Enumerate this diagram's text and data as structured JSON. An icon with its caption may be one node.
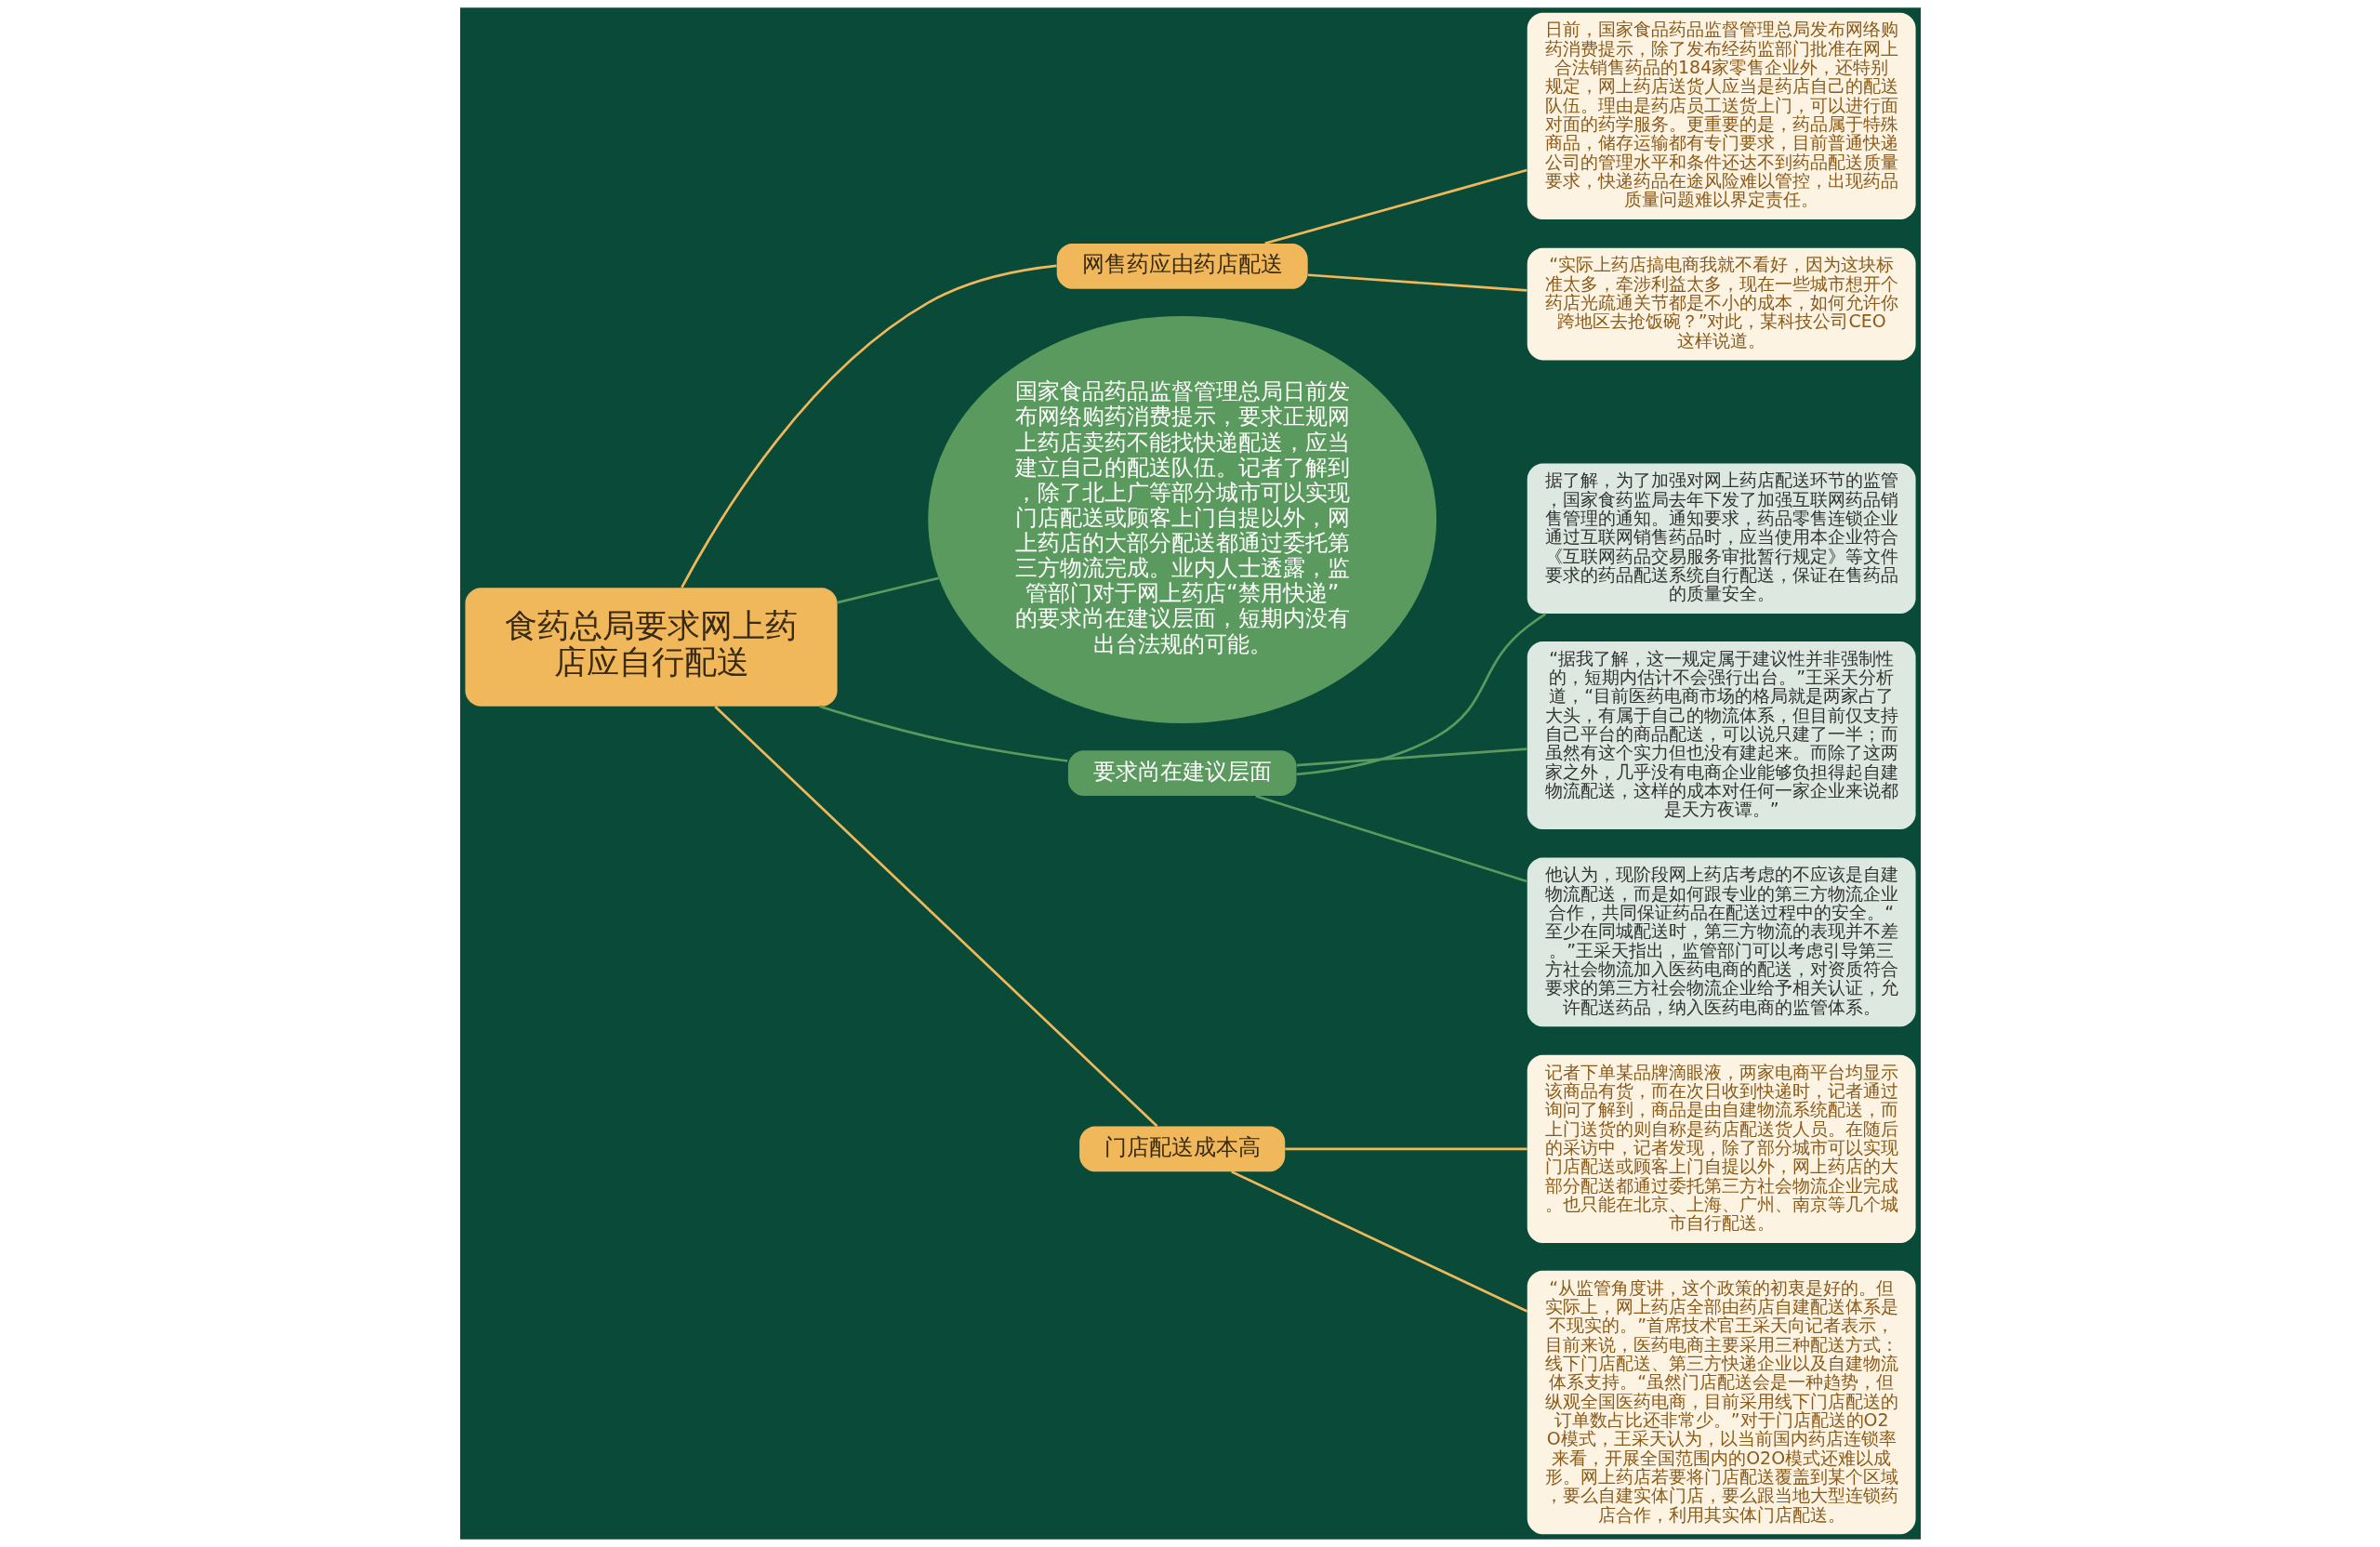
{
  "diagram": {
    "nodes": [
      {
        "text": [
          "食药总局要求网上药店应自行配送"
        ]
      },
      {
        "text": [
          "网售药应由药店配送"
        ]
      },
      {
        "text": [
          "日前，国家食品药品监督管理总局发布网络购药消费提示，除了发布经药监部门批准在网上合法销售药品的184家零售企业外，还特别规定，网上药店送货人应当是药店自己的配送队伍。理由是药店员工送货上门，可以进行面对面的药学服务。更重要的是，药品属于特殊商品，储存运输都有专门要求，目前普通快递公司的管理水平和条件还达不到药品配送质量要求，快递药品在途风险难以管控，出现药品质量问题难以界定责任。"
        ]
      },
      {
        "text": [
          "“实际上药店搞电商我就不看好，因为这块标准太多，牵涉利益太多，现在一些城市想开个药店光疏通关节都是不小的成本，如何允许你跨地区去抢饭碗？”对此，某科技公司CEO这样说道。"
        ]
      },
      {
        "text": [
          "国家食品药品监督管理总局日前发布网络购药消费提示，要求正规网上药店卖药不能找快递配送，应当建立自己的配送队伍。记者了解到，除了北上广等部分城市可以实现门店配送或顾客上门自提以外，网上药店的大部分配送都通过委托第三方物流完成。业内人士透露，监管部门对于网上药店“禁用快递”的要求尚在建议层面，短期内没有出台法规的可能。"
        ]
      },
      {
        "text": [
          "要求尚在建议层面"
        ]
      },
      {
        "text": [
          "据了解，为了加强对网上药店配送环节的监管，国家食药监局去年下发了加强互联网药品销售管理的通知。通知要求，药品零售连锁企业通过互联网销售药品时，应当使用本企业符合《互联网药品交易服务审批暂行规定》等文件要求的药品配送系统自行配送，保证在售药品的质量安全。"
        ]
      },
      {
        "text": [
          "“据我了解，这一规定属于建议性并非强制性的，短期内估计不会强行出台。”王采天分析道，“目前医药电商市场的格局就是两家占了大头，有属于自己的物流体系，但目前仅支持自己平台的商品配送，可以说只建了一半；而虽然有这个实力但也没有建起来。而除了这两家之外，几乎没有电商企业能够负担得起自建物流配送，这样的成本对任何一家企业来说都是天方夜谭。”"
        ]
      },
      {
        "text": [
          "他认为，现阶段网上药店考虑的不应该是自建物流配送，而是如何跟专业的第三方物流企业合作，共同保证药品在配送过程中的安全。“至少在同城配送时，第三方物流的表现并不差。”王采天指出，监管部门可以考虑引导第三方社会物流加入医药电商的配送，对资质符合要求的第三方社会物流企业给予相关认证，允许配送药品，纳入医药电商的监管体系。"
        ]
      },
      {
        "text": [
          "门店配送成本高"
        ]
      },
      {
        "text": [
          "记者下单某品牌滴眼液，两家电商平台均显示该商品有货，而在次日收到快递时，记者通过询问了解到，商品是由自建物流系统配送，而上门送货的则自称是药店配送货人员。在随后的采访中，记者发现，除了部分城市可以实现门店配送或顾客上门自提以外，网上药店的大部分配送都通过委托第三方社会物流企业完成。也只能在北京、上海、广州、南京等几个城市自行配送。"
        ]
      },
      {
        "text": [
          "“从监管角度讲，这个政策的初衷是好的。但实际上，网上药店全部由药店自建配送体系是不现实的。”首席技术官王采天向记者表示，目前来说，医药电商主要采用三种配送方式：线下门店配送、第三方快递企业以及自建物流体系支持。“虽然门店配送会是一种趋势，但纵观全国医药电商，目前采用线下门店配送的订单数占比还非常少。”对于门店配送的O2O模式，王采天认为，以当前国内药店连锁率来看，开展全国范围内的O2O模式还难以成形。网上药店若要将门店配送覆盖到某个区域，要么自建实体门店，要么跟当地大型连锁药店合作，利用其实体门店配送。"
        ]
      }
    ],
    "edges": [
      {
        "from": 0,
        "to": 1,
        "arrow": "none"
      },
      {
        "from": 1,
        "to": 2,
        "arrow": "none"
      },
      {
        "from": 1,
        "to": 3,
        "arrow": "none"
      },
      {
        "from": 0,
        "to": 4,
        "arrow": "none",
        "color": "#5b9a5e"
      },
      {
        "from": 0,
        "to": 5,
        "arrow": "none",
        "color": "#5b9a5e"
      },
      {
        "from": 5,
        "to": 6,
        "arrow": "none",
        "color": "#5b9a5e"
      },
      {
        "from": 5,
        "to": 7,
        "arrow": "none",
        "color": "#5b9a5e"
      },
      {
        "from": 5,
        "to": 8,
        "arrow": "none",
        "color": "#5b9a5e"
      },
      {
        "from": 0,
        "to": 9,
        "arrow": "none"
      },
      {
        "from": 9,
        "to": 10,
        "arrow": "none"
      },
      {
        "from": 9,
        "to": 11,
        "arrow": "none"
      }
    ]
  }
}
